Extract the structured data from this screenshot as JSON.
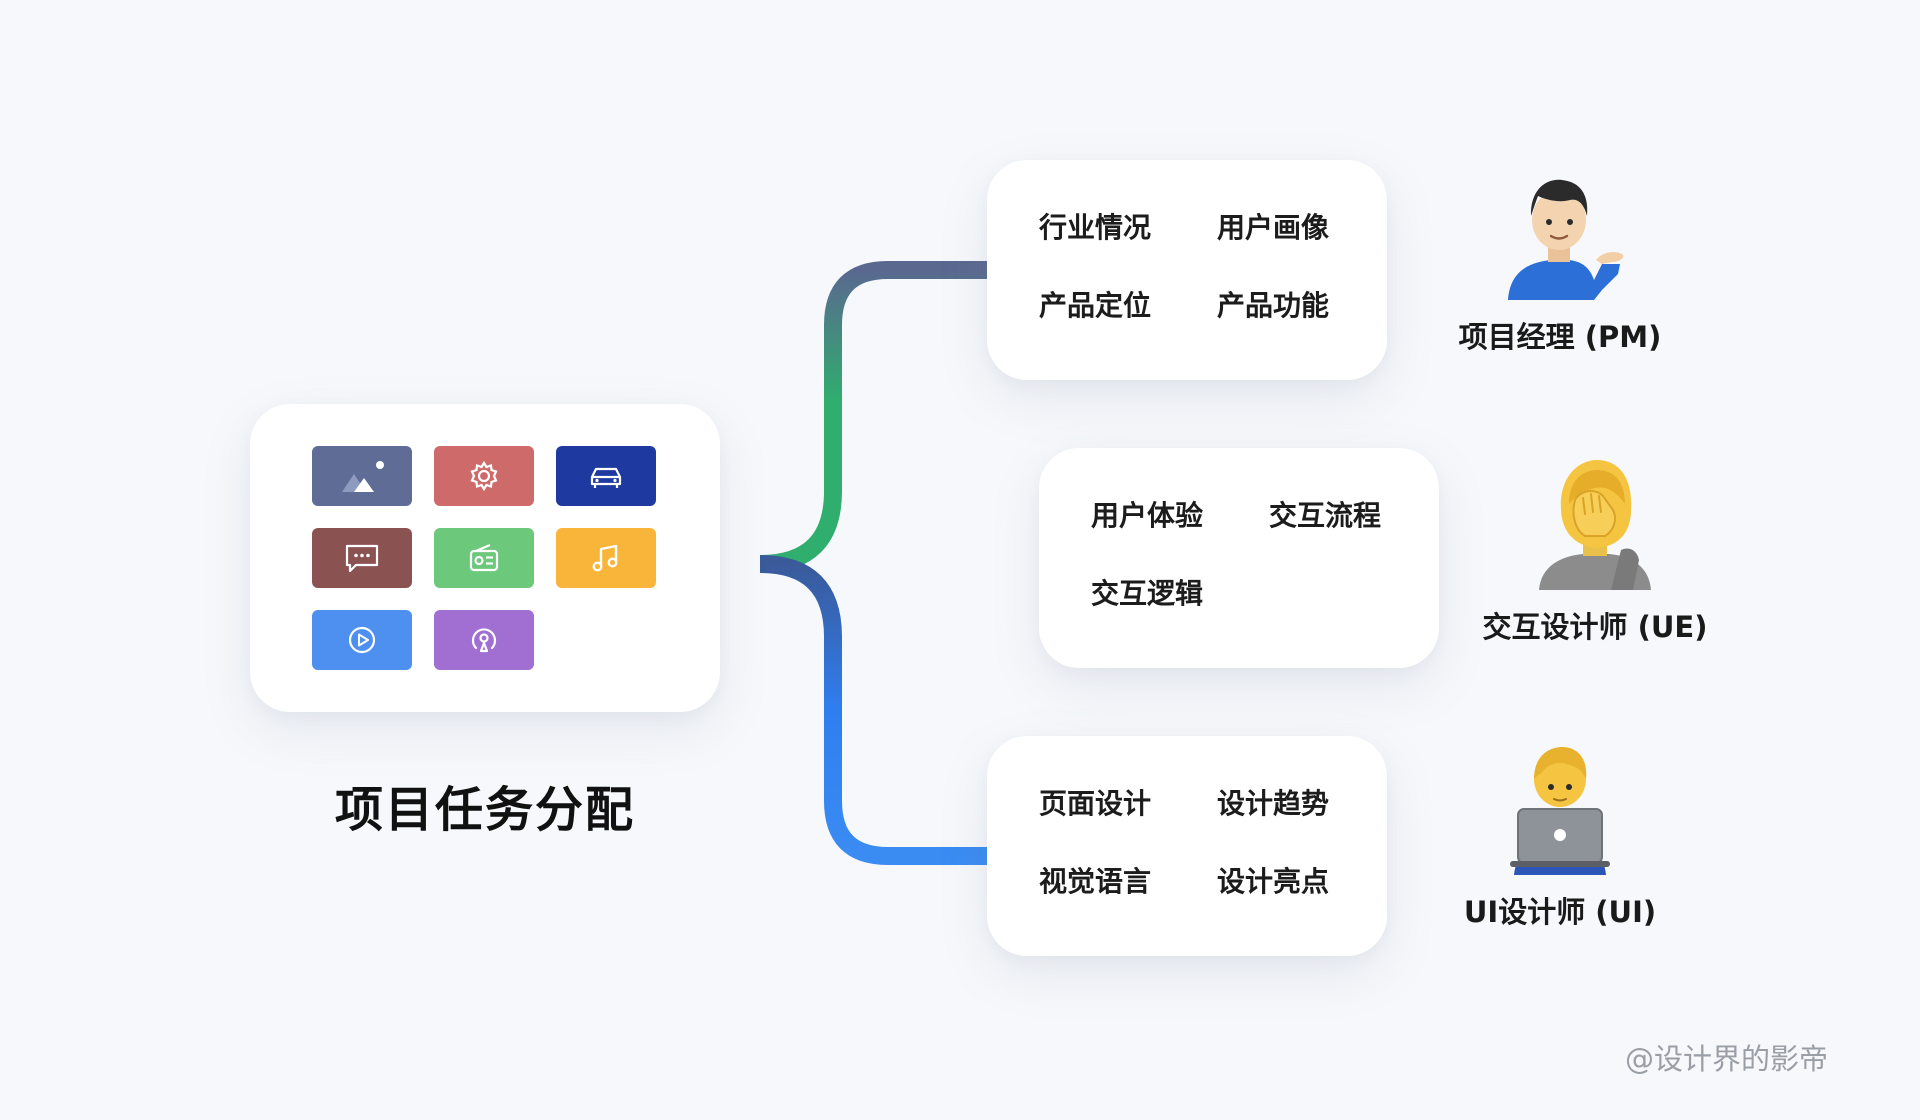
{
  "title": "项目任务分配",
  "app_tiles": [
    {
      "icon": "landscape-image-icon",
      "color": "#5e6c96"
    },
    {
      "icon": "gear-icon",
      "color": "#cf6a6a"
    },
    {
      "icon": "car-icon",
      "color": "#1e3aa0"
    },
    {
      "icon": "chat-bubble-icon",
      "color": "#8b5252"
    },
    {
      "icon": "radio-icon",
      "color": "#6cc87a"
    },
    {
      "icon": "music-note-icon",
      "color": "#f9b43a"
    },
    {
      "icon": "play-icon",
      "color": "#4d90f0"
    },
    {
      "icon": "podcast-icon",
      "color": "#a16ed2"
    }
  ],
  "branches": [
    {
      "tasks": [
        "行业情况",
        "用户画像",
        "产品定位",
        "产品功能"
      ],
      "role": "项目经理 (PM)",
      "avatar_icon": "man-tipping-hand-emoji-icon"
    },
    {
      "tasks": [
        "用户体验",
        "交互流程",
        "交互逻辑"
      ],
      "role": "交互设计师 (UE)",
      "avatar_icon": "person-facepalming-emoji-icon"
    },
    {
      "tasks": [
        "页面设计",
        "设计趋势",
        "视觉语言",
        "设计亮点"
      ],
      "role": "UI设计师 (UI)",
      "avatar_icon": "technologist-laptop-emoji-icon"
    }
  ],
  "watermark": "@设计界的影帝",
  "colors": {
    "background": "#f6f8fb",
    "connector_top": [
      "#5a6890",
      "#2fae6e"
    ],
    "connector_middle": [
      "#3f8ef0",
      "#18c4e0",
      "#4fd0a8"
    ],
    "connector_bottom": [
      "#3a5a9a",
      "#3a8cf2"
    ]
  }
}
